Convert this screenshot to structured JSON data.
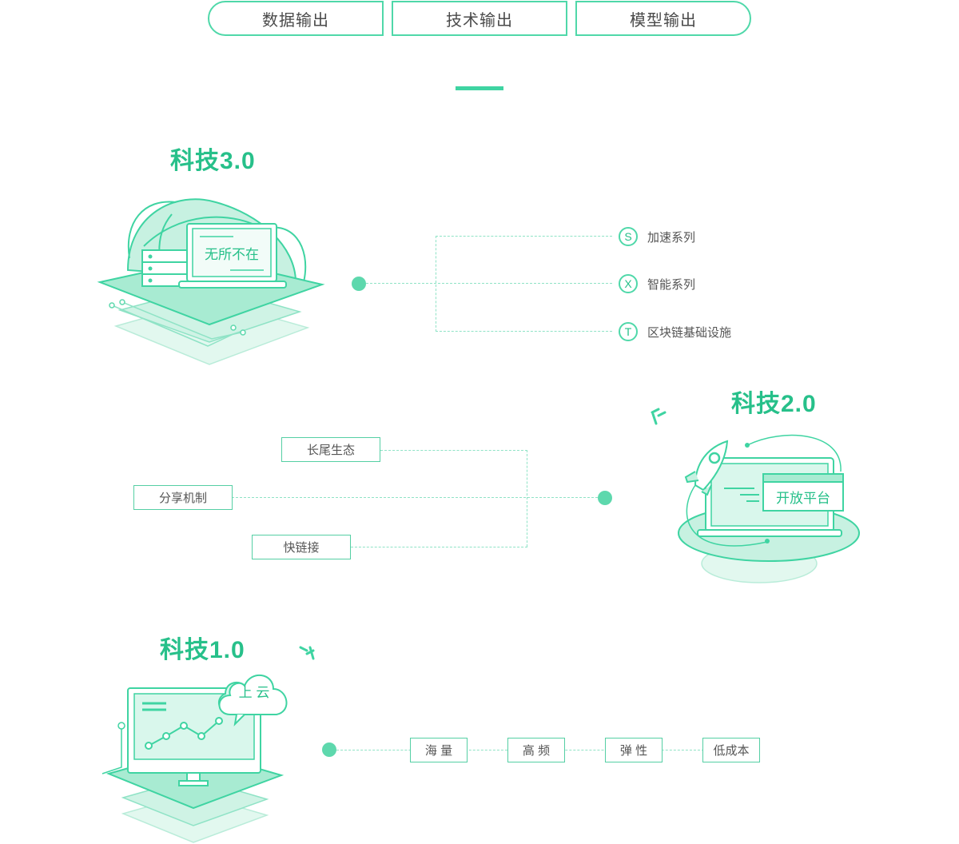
{
  "tabs": [
    {
      "label": "数据输出"
    },
    {
      "label": "技术输出"
    },
    {
      "label": "模型输出"
    }
  ],
  "sections": {
    "tech3": {
      "title": "科技3.0",
      "screen_text": "无所不在",
      "features": [
        {
          "badge": "S",
          "label": "加速系列"
        },
        {
          "badge": "X",
          "label": "智能系列"
        },
        {
          "badge": "T",
          "label": "区块链基础设施"
        }
      ]
    },
    "tech2": {
      "title": "科技2.0",
      "screen_text": "开放平台",
      "tags": [
        {
          "label": "长尾生态"
        },
        {
          "label": "分享机制"
        },
        {
          "label": "快链接"
        }
      ]
    },
    "tech1": {
      "title": "科技1.0",
      "cloud_text": "上 云",
      "tags": [
        {
          "label": "海 量"
        },
        {
          "label": "高 频"
        },
        {
          "label": "弹 性"
        },
        {
          "label": "低成本"
        }
      ]
    }
  },
  "colors": {
    "accent": "#3fd4a2",
    "accent_dark": "#27c08a",
    "line": "#8fe3c6",
    "fill_light": "#d9f7ec"
  }
}
